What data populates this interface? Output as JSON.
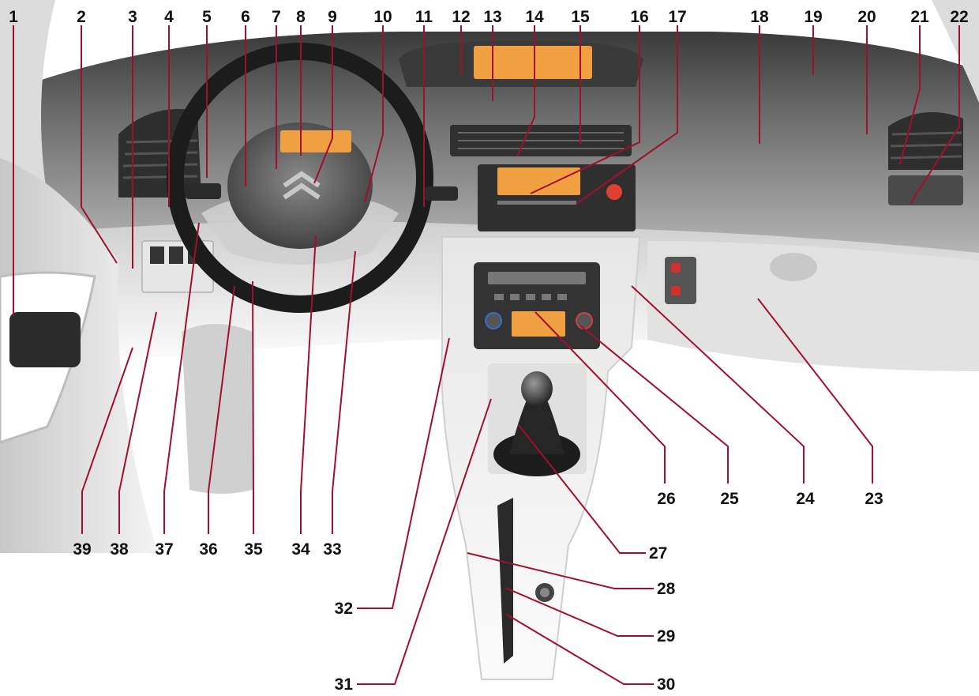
{
  "colors": {
    "leader": "#a0102e",
    "display": "#f0a040",
    "label": "#111111"
  },
  "callouts": [
    {
      "label": "1"
    },
    {
      "label": "2"
    },
    {
      "label": "3"
    },
    {
      "label": "4"
    },
    {
      "label": "5"
    },
    {
      "label": "6"
    },
    {
      "label": "7"
    },
    {
      "label": "8"
    },
    {
      "label": "9"
    },
    {
      "label": "10"
    },
    {
      "label": "11"
    },
    {
      "label": "12"
    },
    {
      "label": "13"
    },
    {
      "label": "14"
    },
    {
      "label": "15"
    },
    {
      "label": "16"
    },
    {
      "label": "17"
    },
    {
      "label": "18"
    },
    {
      "label": "19"
    },
    {
      "label": "20"
    },
    {
      "label": "21"
    },
    {
      "label": "22"
    },
    {
      "label": "23"
    },
    {
      "label": "24"
    },
    {
      "label": "25"
    },
    {
      "label": "26"
    },
    {
      "label": "27"
    },
    {
      "label": "28"
    },
    {
      "label": "29"
    },
    {
      "label": "30"
    },
    {
      "label": "31"
    },
    {
      "label": "32"
    },
    {
      "label": "33"
    },
    {
      "label": "34"
    },
    {
      "label": "35"
    },
    {
      "label": "36"
    },
    {
      "label": "37"
    },
    {
      "label": "38"
    },
    {
      "label": "39"
    }
  ]
}
